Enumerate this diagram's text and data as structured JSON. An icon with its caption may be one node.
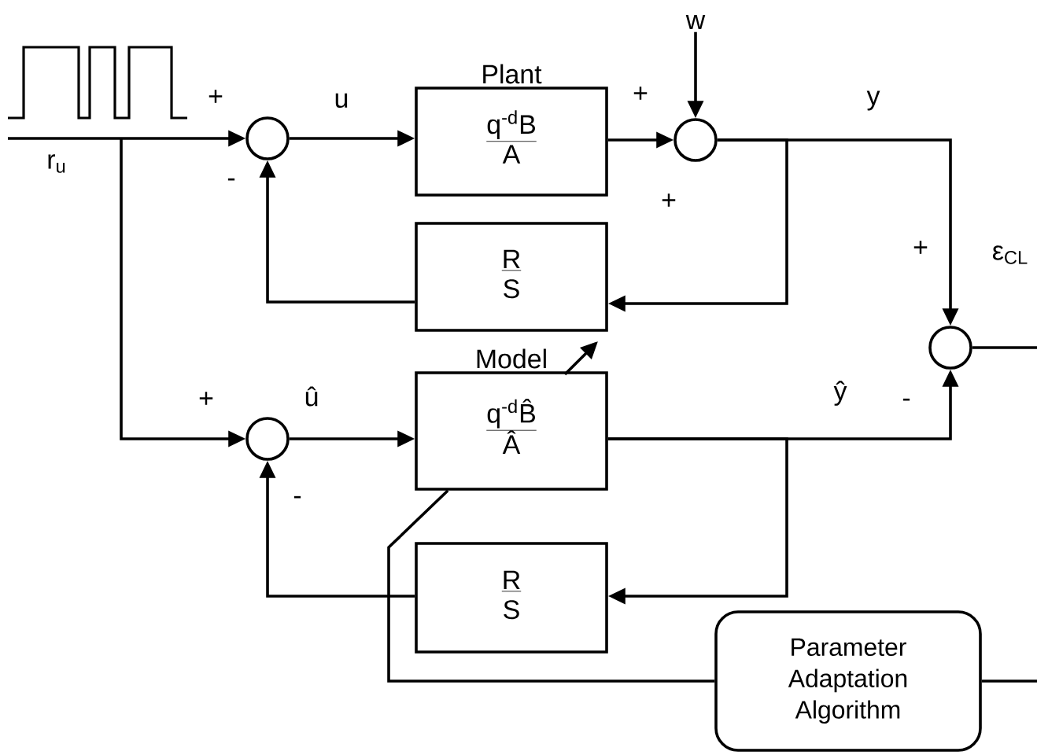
{
  "diagram": {
    "nodes": [
      {
        "text": [],
        "shape": "circle"
      },
      {
        "text": [
          "Plant",
          "q$^{-d}$B",
          "A"
        ]
      },
      {
        "text": [
          "w"
        ]
      },
      {
        "text": [],
        "shape": "circle"
      },
      {
        "text": [
          "R",
          "S"
        ]
      },
      {
        "text": [],
        "shape": "circle"
      },
      {
        "text": [],
        "shape": "circle"
      },
      {
        "text": [
          "Model",
          "q$^{-d}$B̂",
          "Â"
        ]
      },
      {
        "text": [
          "R",
          "S"
        ]
      },
      {
        "text": [
          "Parameter Adaptation Algorithm"
        ]
      }
    ],
    "edges": [
      {
        "from": null,
        "to": 0,
        "arrow": "to"
      },
      {
        "from": null,
        "to": 6,
        "arrow": "to"
      },
      {
        "from": 0,
        "to": 1,
        "arrow": "to",
        "label": "u"
      },
      {
        "from": 1,
        "to": 3,
        "arrow": "to"
      },
      {
        "from": 2,
        "to": 3,
        "arrow": "to"
      },
      {
        "from": 3,
        "to": 4,
        "arrow": "to"
      },
      {
        "from": 3,
        "to": 5,
        "arrow": "to",
        "label": "y"
      },
      {
        "from": 4,
        "to": 0,
        "arrow": "to"
      },
      {
        "from": 6,
        "to": 7,
        "arrow": "to",
        "label": "û"
      },
      {
        "from": 7,
        "to": 5,
        "arrow": "to",
        "label": "ŷ"
      },
      {
        "from": 7,
        "to": 8,
        "arrow": "to"
      },
      {
        "from": 8,
        "to": 6,
        "arrow": "to"
      },
      {
        "from": 5,
        "to": null,
        "arrow": "none"
      },
      {
        "from": 9,
        "to": null,
        "arrow": "none"
      },
      {
        "from": 9,
        "to": 7,
        "arrow": "none"
      }
    ],
    "labels": [
      "+",
      "+",
      "-",
      "r$_{u}$",
      "+",
      "+",
      "ε$_{CL}$",
      "+",
      "-",
      "-"
    ]
  }
}
